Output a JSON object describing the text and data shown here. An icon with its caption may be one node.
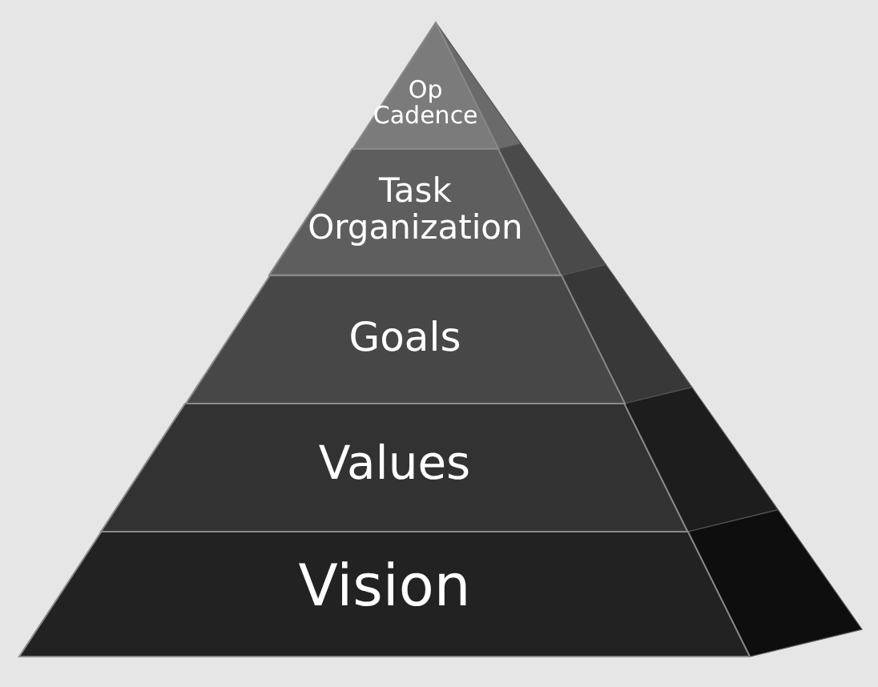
{
  "diagram": {
    "nodes": [
      {
        "text": [
          "Op Cadence"
        ]
      },
      {
        "text": [
          "Task Organization"
        ]
      },
      {
        "text": [
          "Goals"
        ]
      },
      {
        "text": [
          "Values"
        ]
      },
      {
        "text": [
          "Vision"
        ]
      }
    ]
  }
}
